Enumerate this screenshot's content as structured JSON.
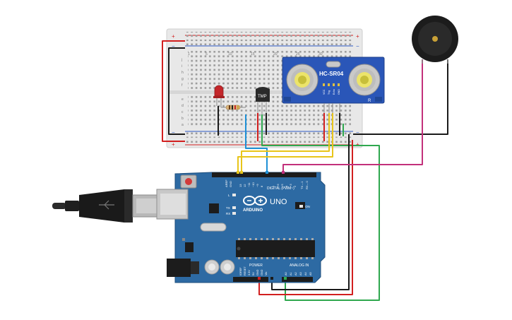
{
  "colors": {
    "board_blue": "#2d6aa3",
    "board_dark": "#1f4f7d",
    "breadboard": "#e6e6e6",
    "rail_red": "#d21f1f",
    "rail_blue": "#2b58c4",
    "wire_red": "#d21f1f",
    "wire_black": "#1a1a1a",
    "wire_green": "#2fa84f",
    "wire_yellow": "#e8c51a",
    "wire_blue": "#1e90d6",
    "wire_magenta": "#c2307b",
    "sensor_blue": "#2a56b8"
  },
  "breadboard": {
    "rail_plus": "+",
    "rail_minus": "−",
    "column_numbers": [
      "1",
      "5",
      "10",
      "15",
      "20",
      "25",
      "30"
    ],
    "row_letters_top": [
      "j",
      "i",
      "h",
      "g",
      "f"
    ],
    "row_letters_bottom": [
      "e",
      "d",
      "c",
      "b",
      "a"
    ]
  },
  "sensor": {
    "model": "HC-SR04",
    "pins": [
      "VCC",
      "Trig",
      "Echo",
      "GND"
    ]
  },
  "temp_sensor": {
    "label": "TMP"
  },
  "arduino": {
    "brand": "ARDUINO",
    "model": "UNO",
    "digital_header": "DIGITAL (PWM~)",
    "digital_pins": [
      "AREF",
      "GND",
      "13",
      "12",
      "~11",
      "~10",
      "~9",
      "8",
      "7",
      "~6",
      "~5",
      "4",
      "~3",
      "2",
      "TX→1",
      "RX←0"
    ],
    "power_header": "POWER",
    "power_pins": [
      "IOREF",
      "RESET",
      "3.3V",
      "5V",
      "GND",
      "GND",
      "Vin"
    ],
    "analog_header": "ANALOG IN",
    "analog_pins": [
      "A0",
      "A1",
      "A2",
      "A3",
      "A4",
      "A5"
    ],
    "leds": [
      "L",
      "TX",
      "RX"
    ],
    "on_label": "ON"
  },
  "components": {
    "buzzer": "piezo-buzzer",
    "led": "red-led",
    "resistor": "resistor"
  }
}
